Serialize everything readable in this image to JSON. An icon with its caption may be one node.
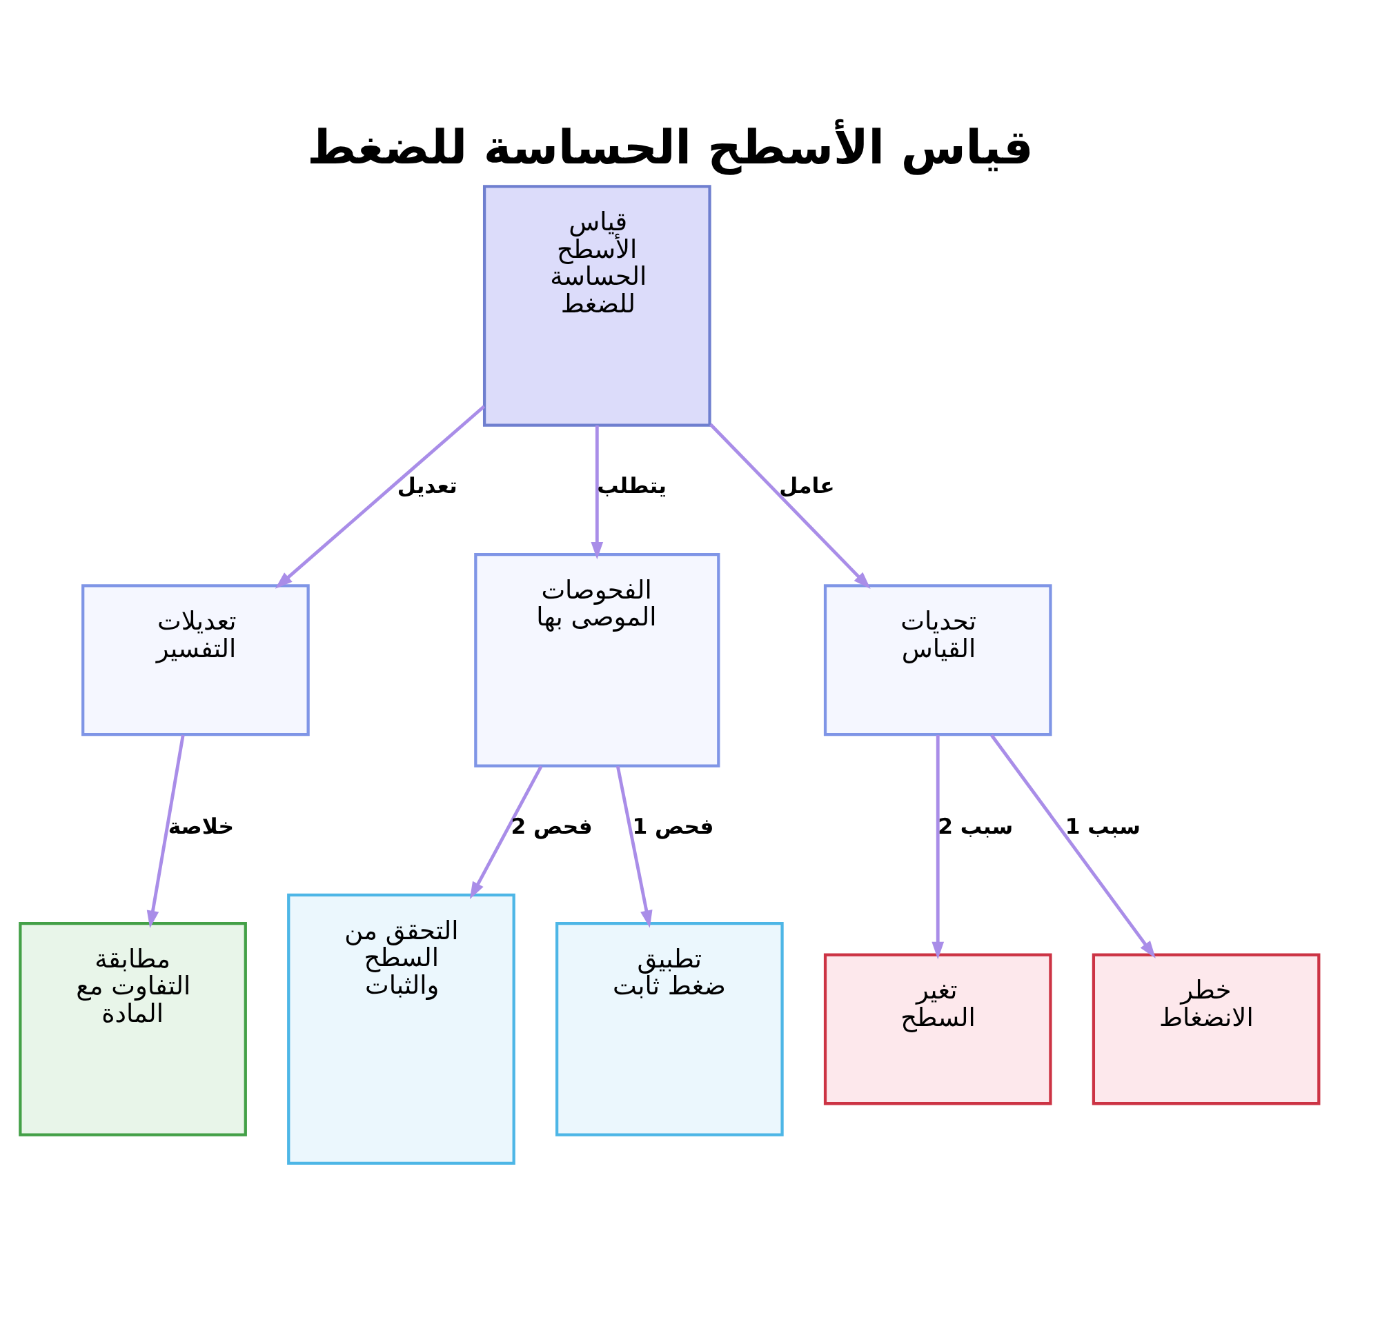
{
  "diagram": {
    "title": "قياس الأسطح الحساسة للضغط",
    "nodes": [
      {
        "text": [
          "قياس الأسطح الحساسة للضغط"
        ]
      },
      {
        "text": [
          "تحديات القياس"
        ]
      },
      {
        "text": [
          "الفحوصات الموصى بها"
        ]
      },
      {
        "text": [
          "تعديلات التفسير"
        ]
      },
      {
        "text": [
          "خطر الانضغاط"
        ]
      },
      {
        "text": [
          "تغير السطح"
        ]
      },
      {
        "text": [
          "تطبيق ضغط ثابت"
        ]
      },
      {
        "text": [
          "التحقق من السطح والثبات"
        ]
      },
      {
        "text": [
          "مطابقة التفاوت مع المادة"
        ]
      }
    ],
    "edges": [
      {
        "from": 0,
        "to": 1,
        "arrow": "to",
        "label": "عامل"
      },
      {
        "from": 0,
        "to": 2,
        "arrow": "to",
        "label": "يتطلب"
      },
      {
        "from": 0,
        "to": 3,
        "arrow": "to",
        "label": "تعديل"
      },
      {
        "from": 1,
        "to": 4,
        "arrow": "to",
        "label": "سبب 1"
      },
      {
        "from": 1,
        "to": 5,
        "arrow": "to",
        "label": "سبب 2"
      },
      {
        "from": 2,
        "to": 6,
        "arrow": "to",
        "label": "فحص 1"
      },
      {
        "from": 2,
        "to": 7,
        "arrow": "to",
        "label": "فحص 2"
      },
      {
        "from": 3,
        "to": 8,
        "arrow": "to",
        "label": "خلاصة"
      }
    ]
  }
}
